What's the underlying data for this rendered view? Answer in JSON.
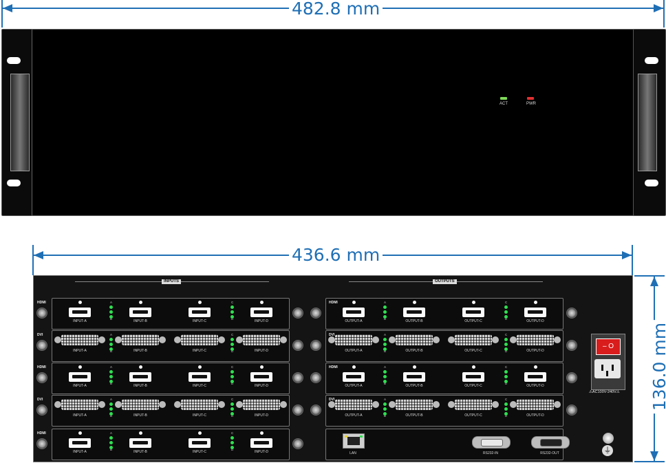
{
  "dimensions": {
    "front_width": "482.8 mm",
    "rear_width": "436.6 mm",
    "height": "136.0 mm",
    "line_color": "#1f6fb5"
  },
  "front_panel": {
    "indicators": [
      {
        "label": "ACT",
        "color": "#7ed957"
      },
      {
        "label": "PWR",
        "color": "#e03030"
      }
    ]
  },
  "rear_panel": {
    "sections": {
      "inputs": "INPUTS",
      "outputs": "OUTPUTS"
    },
    "input_rows": [
      {
        "type": "HDMI",
        "ports": [
          "INPUT-A",
          "INPUT-B",
          "INPUT-C",
          "INPUT-D"
        ]
      },
      {
        "type": "DVI",
        "ports": [
          "INPUT-A",
          "INPUT-B",
          "INPUT-C",
          "INPUT-D"
        ]
      },
      {
        "type": "HDMI",
        "ports": [
          "INPUT-A",
          "INPUT-B",
          "INPUT-C",
          "INPUT-D"
        ]
      },
      {
        "type": "DVI",
        "ports": [
          "INPUT-A",
          "INPUT-B",
          "INPUT-C",
          "INPUT-D"
        ]
      },
      {
        "type": "HDMI",
        "ports": [
          "INPUT-A",
          "INPUT-B",
          "INPUT-C",
          "INPUT-D"
        ]
      }
    ],
    "output_rows": [
      {
        "type": "HDMI",
        "ports": [
          "OUTPUT-A",
          "OUTPUT-B",
          "OUTPUT-C",
          "OUTPUT-D"
        ]
      },
      {
        "type": "DVI",
        "ports": [
          "OUTPUT-A",
          "OUTPUT-B",
          "OUTPUT-C",
          "OUTPUT-D"
        ]
      },
      {
        "type": "HDMI",
        "ports": [
          "OUTPUT-A",
          "OUTPUT-B",
          "OUTPUT-C",
          "OUTPUT-D"
        ]
      },
      {
        "type": "DVI",
        "ports": [
          "OUTPUT-A",
          "OUTPUT-B",
          "OUTPUT-C",
          "OUTPUT-D"
        ]
      }
    ],
    "led_letters": {
      "left": [
        "A",
        "B"
      ],
      "right": [
        "C",
        "D"
      ]
    },
    "control_ports": [
      "LAN",
      "RS232-IN",
      "RS232-OUT"
    ],
    "power": {
      "switch_symbols": "– O",
      "rating": "⚠AC100V-240V⚠"
    },
    "ground_symbol": "⏚",
    "led_color": "#2ee050"
  }
}
